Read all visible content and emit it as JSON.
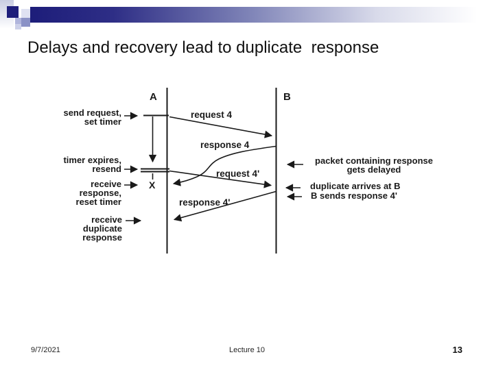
{
  "slide": {
    "title": "Delays and recovery lead to duplicate  response",
    "footer": {
      "date": "9/7/2021",
      "center": "Lecture 10",
      "page": "13"
    }
  },
  "diagram": {
    "timeline_a_label": "A",
    "timeline_b_label": "B",
    "messages": {
      "request4": "request 4",
      "response4": "response 4",
      "request4p": "request 4'",
      "response4p": "response 4'"
    },
    "left_annotations": [
      "send request,\nset timer",
      "timer expires,\nresend",
      "receive\nresponse,\nreset timer",
      "receive\nduplicate\nresponse"
    ],
    "right_annotations": [
      "packet containing response\ngets delayed",
      "duplicate arrives at B",
      "B sends response 4'"
    ],
    "x_mark": "X"
  },
  "colors": {
    "accent_navy": "#1e1e7b",
    "line_color": "#1a1a1a",
    "background": "#ffffff"
  }
}
